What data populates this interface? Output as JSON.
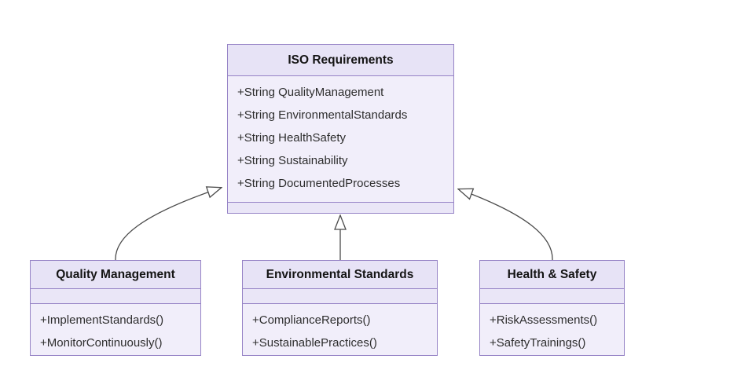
{
  "diagram": {
    "kind": "uml-class-diagram",
    "background": "#ffffff"
  },
  "classes": {
    "iso": {
      "name": "ISO Requirements",
      "attributes": [
        "+String QualityManagement",
        "+String EnvironmentalStandards",
        "+String HealthSafety",
        "+String Sustainability",
        "+String DocumentedProcesses"
      ],
      "methods": []
    },
    "quality": {
      "name": "Quality Management",
      "attributes": [],
      "methods": [
        "+ImplementStandards()",
        "+MonitorContinuously()"
      ]
    },
    "environmental": {
      "name": "Environmental Standards",
      "attributes": [],
      "methods": [
        "+ComplianceReports()",
        "+SustainablePractices()"
      ]
    },
    "health": {
      "name": "Health & Safety",
      "attributes": [],
      "methods": [
        "+RiskAssessments()",
        "+SafetyTrainings()"
      ]
    }
  },
  "relationships": [
    {
      "from": "Quality Management",
      "to": "ISO Requirements",
      "type": "inheritance"
    },
    {
      "from": "Environmental Standards",
      "to": "ISO Requirements",
      "type": "inheritance"
    },
    {
      "from": "Health & Safety",
      "to": "ISO Requirements",
      "type": "inheritance"
    }
  ],
  "colors": {
    "header_fill": "#e7e3f6",
    "body_fill": "#f1eefa",
    "strip_fill": "#eae6f7",
    "border": "#9683c6",
    "arrow": "#4b4b4b",
    "arrowhead_fill": "#ffffff",
    "title_text": "#141414",
    "member_text": "#2e2e2e",
    "background": "#ffffff"
  }
}
